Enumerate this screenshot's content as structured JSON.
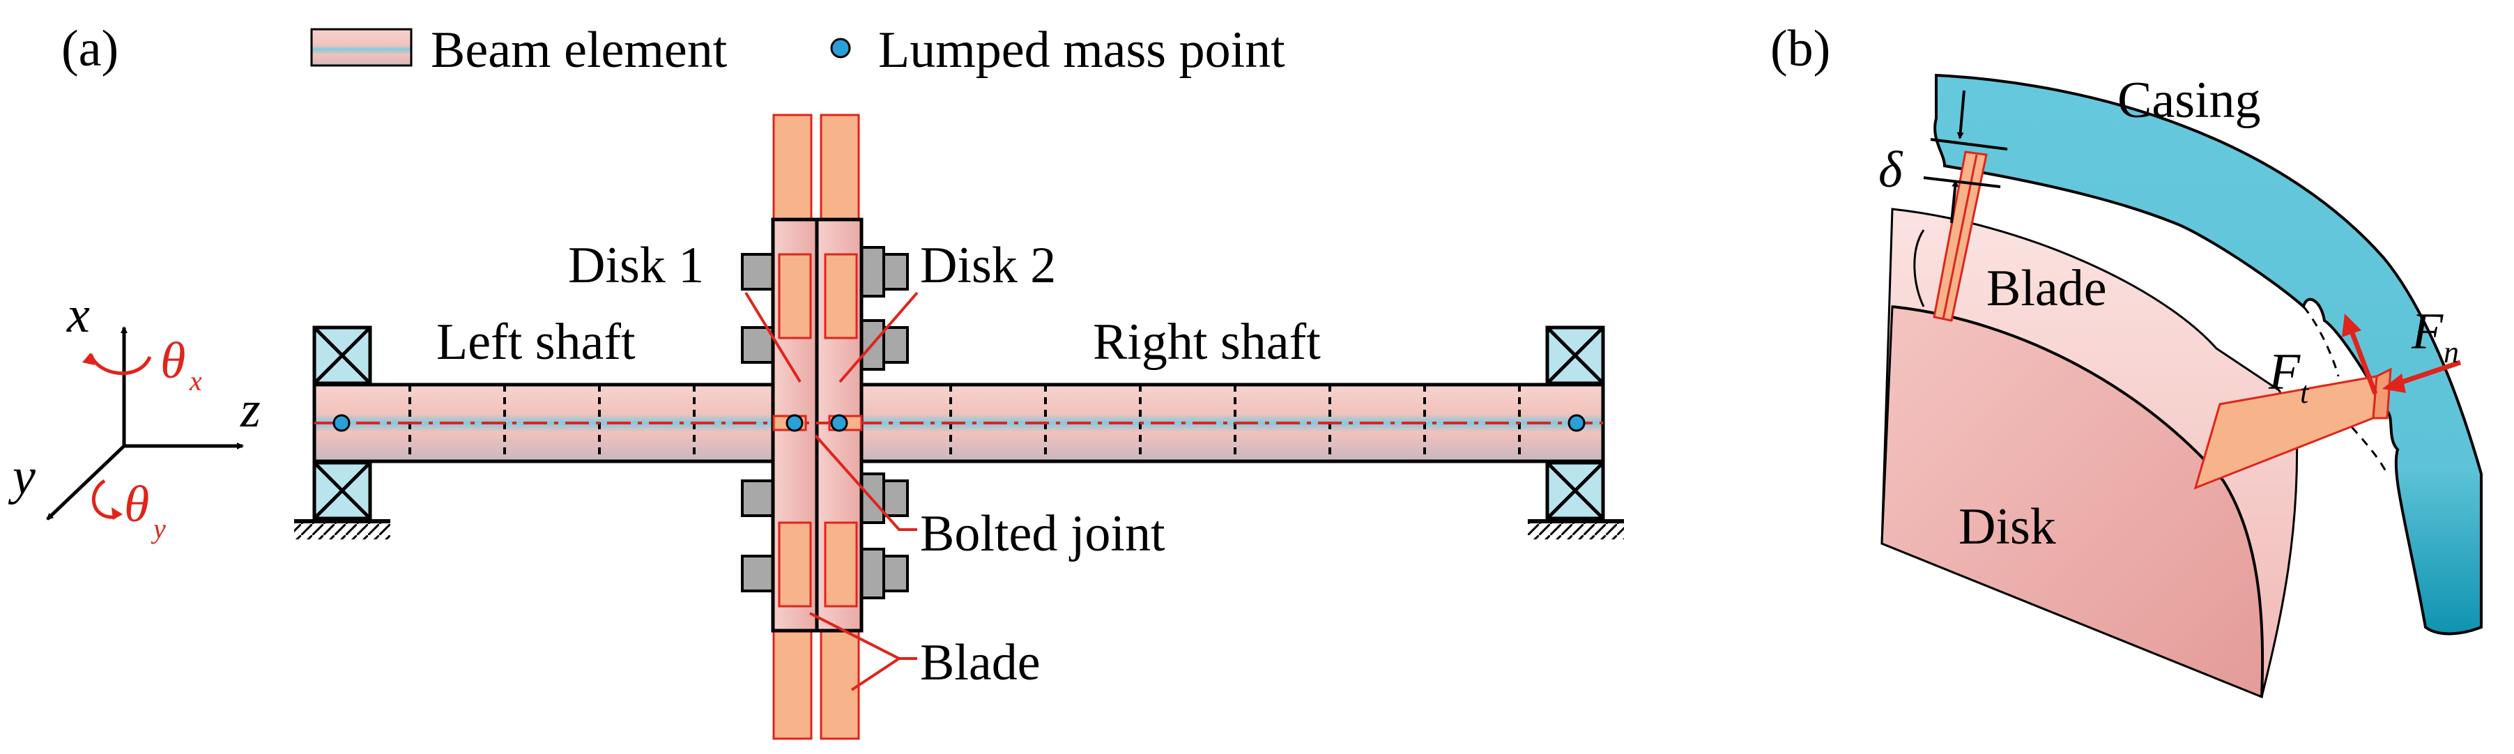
{
  "panel_a": {
    "label": "(a)",
    "legend": {
      "beam": "Beam element",
      "mass": "Lumped mass point"
    },
    "axes": {
      "x": "x",
      "y": "y",
      "z": "z",
      "theta": "θ",
      "sub_x": "x",
      "sub_y": "y"
    },
    "labels": {
      "left_shaft": "Left shaft",
      "right_shaft": "Right shaft",
      "disk1": "Disk 1",
      "disk2": "Disk 2",
      "bolted_joint": "Bolted joint",
      "blade": "Blade"
    }
  },
  "panel_b": {
    "label": "(b)",
    "labels": {
      "casing": "Casing",
      "blade": "Blade",
      "disk": "Disk",
      "delta": "δ"
    },
    "forces": {
      "F": "F",
      "sub_n": "n",
      "sub_t": "t"
    }
  },
  "colors": {
    "beam_pink": "#f3c9c2",
    "beam_blue": "#86c9dc",
    "blade_orange": "#f7b38a",
    "disk_pink": "#f2c6c4",
    "casing_blue": "#5cc2d8",
    "accent_red": "#e0241b"
  }
}
